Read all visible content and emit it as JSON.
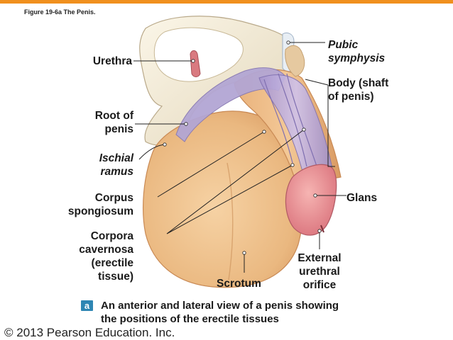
{
  "figure_title": "Figure 19-6a  The Penis.",
  "labels": {
    "urethra": "Urethra",
    "pubic_symphysis": "Pubic\nsymphysis",
    "body_shaft": "Body (shaft\nof penis)",
    "root_of_penis": "Root of\npenis",
    "ischial_ramus": "Ischial\nramus",
    "corpus_spongiosum": "Corpus\nspongiosum",
    "glans": "Glans",
    "corpora_cavernosa": "Corpora\ncavernosa\n(erectile\ntissue)",
    "external_urethral_orifice": "External\nurethral\norifice",
    "scrotum": "Scrotum"
  },
  "caption": {
    "badge": "a",
    "text": "An anterior and lateral view of a penis showing\nthe positions of the erectile tissues"
  },
  "copyright": "© 2013 Pearson Education. Inc.",
  "colors": {
    "accent_bar": "#f0901e",
    "badge": "#2e86b3",
    "skin": "#efc18c",
    "bone": "#f3ecd9",
    "erectile": "#b9a8d6",
    "glans": "#e8888c"
  }
}
